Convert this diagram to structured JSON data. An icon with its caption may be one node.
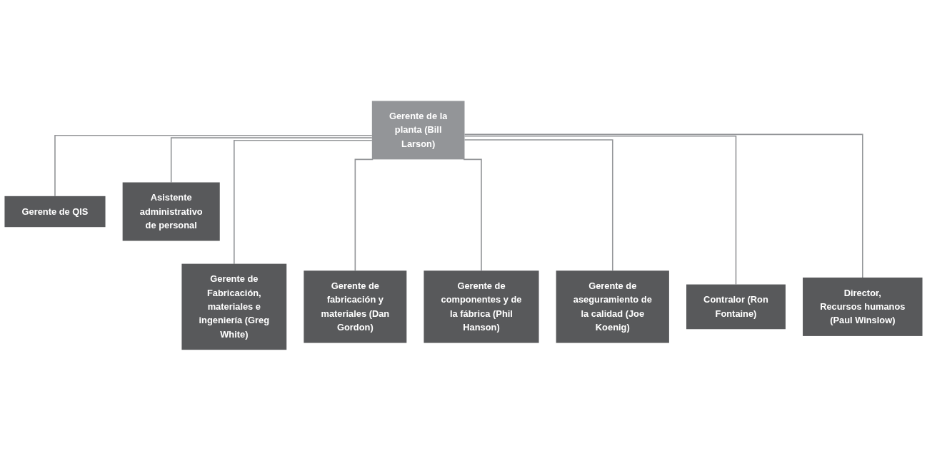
{
  "diagram": {
    "nodes": [
      {
        "text": [
          "Gerente de la planta (Bill Larson)"
        ]
      },
      {
        "text": [
          "Gerente de QIS"
        ]
      },
      {
        "text": [
          "Asistente administrativo de personal"
        ]
      },
      {
        "text": [
          "Gerente de Fabricación, materiales e ingeniería (Greg White)"
        ]
      },
      {
        "text": [
          "Gerente de fabricación y materiales (Dan Gordon)"
        ]
      },
      {
        "text": [
          "Gerente de componentes y de la fábrica (Phil Hanson)"
        ]
      },
      {
        "text": [
          "Gerente de aseguramiento de la calidad (Joe Koenig)"
        ]
      },
      {
        "text": [
          "Contralor (Ron Fontaine)"
        ]
      },
      {
        "text": [
          "Director, Recursos humanos (Paul Winslow)"
        ]
      }
    ],
    "edges": [
      {
        "from": 0,
        "to": 1,
        "arrow": "none"
      },
      {
        "from": 0,
        "to": 2,
        "arrow": "none"
      },
      {
        "from": 0,
        "to": 3,
        "arrow": "none"
      },
      {
        "from": 0,
        "to": 4,
        "arrow": "none"
      },
      {
        "from": 0,
        "to": 5,
        "arrow": "none"
      },
      {
        "from": 0,
        "to": 6,
        "arrow": "none"
      },
      {
        "from": 0,
        "to": 7,
        "arrow": "none"
      },
      {
        "from": 0,
        "to": 8,
        "arrow": "none"
      }
    ]
  }
}
